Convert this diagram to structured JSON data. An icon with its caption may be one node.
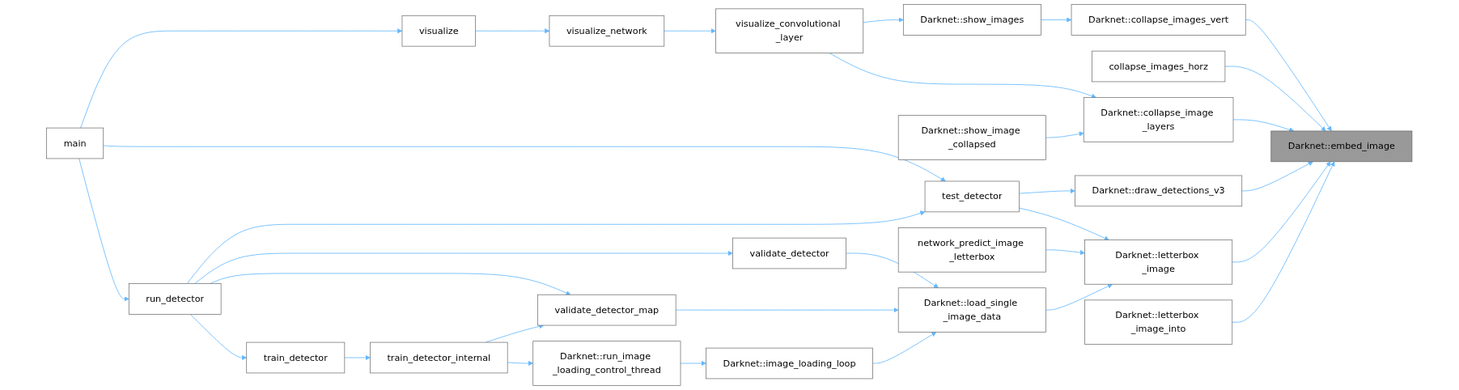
{
  "diagram": {
    "nodes": [
      {
        "text": [
          "main"
        ]
      },
      {
        "text": [
          "visualize"
        ]
      },
      {
        "text": [
          "run_detector"
        ]
      },
      {
        "text": [
          "test_detector"
        ]
      },
      {
        "text": [
          "train_detector"
        ]
      },
      {
        "text": [
          "validate_detector"
        ]
      },
      {
        "text": [
          "visualize_network"
        ]
      },
      {
        "text": [
          "validate_detector_map"
        ]
      },
      {
        "text": [
          "train_detector_internal"
        ]
      },
      {
        "text": [
          "visualize_convolutional _layer"
        ]
      },
      {
        "text": [
          "Darknet::run_image _loading_control_thread"
        ]
      },
      {
        "text": [
          "Darknet::show_images"
        ]
      },
      {
        "text": [
          "Darknet::show_image _collapsed"
        ]
      },
      {
        "text": [
          "network_predict_image _letterbox"
        ]
      },
      {
        "text": [
          "Darknet::image_loading_loop"
        ]
      },
      {
        "text": [
          "Darknet::load_single _image_data"
        ]
      },
      {
        "text": [
          "Darknet::collapse_images_vert"
        ]
      },
      {
        "text": [
          "collapse_images_horz"
        ]
      },
      {
        "text": [
          "Darknet::collapse_image _layers"
        ]
      },
      {
        "text": [
          "Darknet::draw_detections_v3"
        ]
      },
      {
        "text": [
          "Darknet::letterbox _image"
        ]
      },
      {
        "text": [
          "Darknet::letterbox _image_into"
        ]
      },
      {
        "text": [
          "Darknet::embed_image"
        ]
      }
    ],
    "edges": [
      {
        "from": 0,
        "to": 1,
        "arrow": "to"
      },
      {
        "from": 0,
        "to": 3,
        "arrow": "to"
      },
      {
        "from": 0,
        "to": 2,
        "arrow": "to"
      },
      {
        "from": 1,
        "to": 6,
        "arrow": "to"
      },
      {
        "from": 2,
        "to": 3,
        "arrow": "to"
      },
      {
        "from": 2,
        "to": 5,
        "arrow": "to"
      },
      {
        "from": 2,
        "to": 7,
        "arrow": "to"
      },
      {
        "from": 2,
        "to": 4,
        "arrow": "to"
      },
      {
        "from": 3,
        "to": 19,
        "arrow": "to"
      },
      {
        "from": 3,
        "to": 20,
        "arrow": "to"
      },
      {
        "from": 4,
        "to": 8,
        "arrow": "to"
      },
      {
        "from": 5,
        "to": 15,
        "arrow": "to"
      },
      {
        "from": 6,
        "to": 9,
        "arrow": "to"
      },
      {
        "from": 7,
        "to": 15,
        "arrow": "to"
      },
      {
        "from": 8,
        "to": 7,
        "arrow": "to"
      },
      {
        "from": 8,
        "to": 10,
        "arrow": "to"
      },
      {
        "from": 9,
        "to": 11,
        "arrow": "to"
      },
      {
        "from": 9,
        "to": 18,
        "arrow": "to"
      },
      {
        "from": 10,
        "to": 14,
        "arrow": "to"
      },
      {
        "from": 11,
        "to": 16,
        "arrow": "to"
      },
      {
        "from": 12,
        "to": 18,
        "arrow": "to"
      },
      {
        "from": 13,
        "to": 20,
        "arrow": "to"
      },
      {
        "from": 14,
        "to": 15,
        "arrow": "to"
      },
      {
        "from": 15,
        "to": 20,
        "arrow": "to"
      },
      {
        "from": 16,
        "to": 22,
        "arrow": "to"
      },
      {
        "from": 17,
        "to": 22,
        "arrow": "to"
      },
      {
        "from": 18,
        "to": 22,
        "arrow": "to"
      },
      {
        "from": 19,
        "to": 22,
        "arrow": "to"
      },
      {
        "from": 20,
        "to": 22,
        "arrow": "to"
      },
      {
        "from": 21,
        "to": 22,
        "arrow": "to"
      }
    ]
  }
}
